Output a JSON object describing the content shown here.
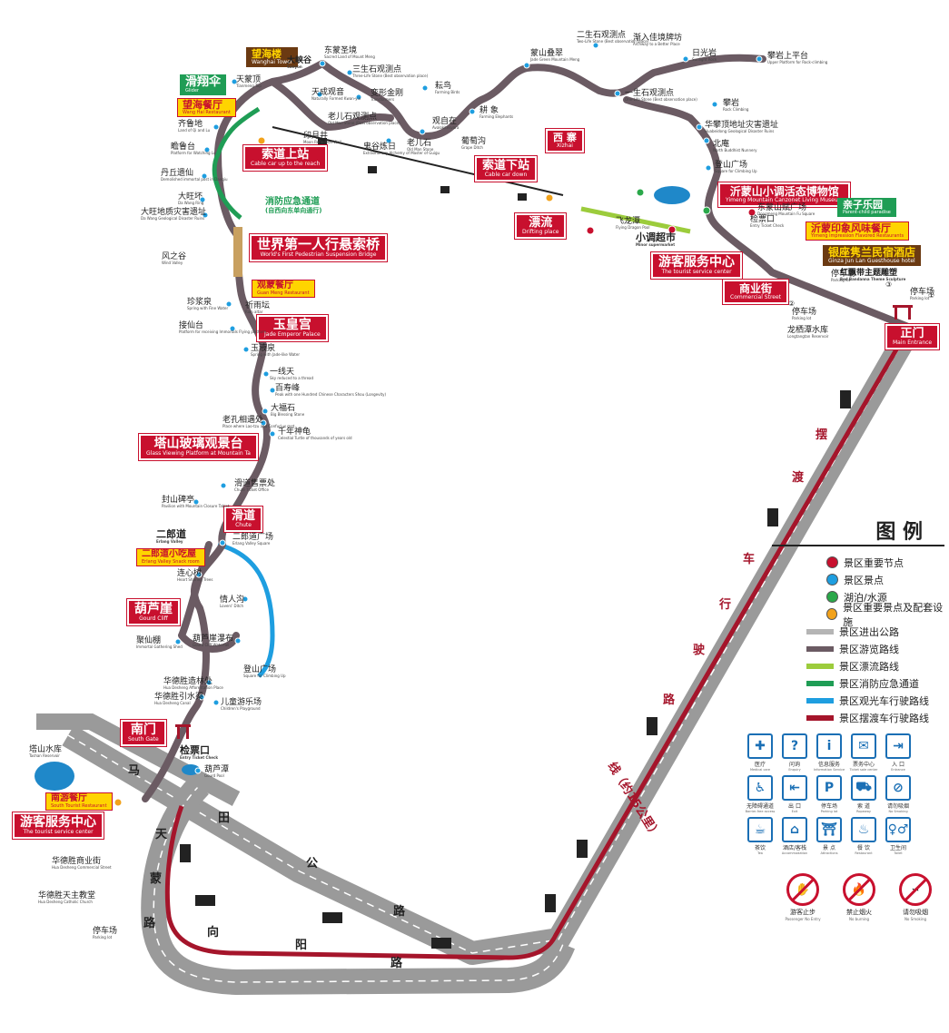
{
  "legend": {
    "title": "图 例",
    "items": [
      {
        "label": "景区重要节点",
        "kind": "dot",
        "color": "#c8102e"
      },
      {
        "label": "景区景点",
        "kind": "dot",
        "color": "#1e9ee0"
      },
      {
        "label": "湖泊/水源",
        "kind": "dot",
        "color": "#2aa84a"
      },
      {
        "label": "景区重要景点及配套设施",
        "kind": "dot",
        "color": "#f2a21b"
      },
      {
        "label": "景区进出公路",
        "kind": "bar",
        "color": "#b5b5b5"
      },
      {
        "label": "景区游览路线",
        "kind": "bar",
        "color": "#6b5b63"
      },
      {
        "label": "景区漂流路线",
        "kind": "bar",
        "color": "#9ccc3c"
      },
      {
        "label": "景区消防应急通道",
        "kind": "bar",
        "color": "#1f9d55"
      },
      {
        "label": "景区观光车行驶路线",
        "kind": "bar",
        "color": "#1e9ee0"
      },
      {
        "label": "景区摆渡车行驶路线",
        "kind": "bar",
        "color": "#a5152b"
      }
    ]
  },
  "facility_icons": [
    {
      "zh": "医疗",
      "en": "Medical care",
      "icon": "medical-icon",
      "glyph": "✚"
    },
    {
      "zh": "问询",
      "en": "Enquiry",
      "icon": "enquiry-icon",
      "glyph": "?"
    },
    {
      "zh": "信息服务",
      "en": "Information Service",
      "icon": "info-icon",
      "glyph": "i"
    },
    {
      "zh": "票务中心",
      "en": "Ticket sale center",
      "icon": "ticket-icon",
      "glyph": "✉"
    },
    {
      "zh": "入 口",
      "en": "Entrance",
      "icon": "entrance-icon",
      "glyph": "⇥"
    },
    {
      "zh": "无障碍通道",
      "en": "Barrier-free access",
      "icon": "accessible-icon",
      "glyph": "♿"
    },
    {
      "zh": "出 口",
      "en": "Exit",
      "icon": "exit-icon",
      "glyph": "⇤"
    },
    {
      "zh": "停车场",
      "en": "Parking lot",
      "icon": "parking-icon",
      "glyph": "P"
    },
    {
      "zh": "索 道",
      "en": "Ropeway",
      "icon": "ropeway-icon",
      "glyph": "⛟"
    },
    {
      "zh": "请勿吸烟",
      "en": "No Smoking",
      "icon": "no-smoking-icon",
      "glyph": "⊘"
    },
    {
      "zh": "茶饮",
      "en": "Tea",
      "icon": "tea-icon",
      "glyph": "☕"
    },
    {
      "zh": "酒店/客栈",
      "en": "Accommodation",
      "icon": "hotel-icon",
      "glyph": "⌂"
    },
    {
      "zh": "景 点",
      "en": "Attractions",
      "icon": "attraction-icon",
      "glyph": "⛩"
    },
    {
      "zh": "餐 饮",
      "en": "Restaurant",
      "icon": "restaurant-icon",
      "glyph": "♨"
    },
    {
      "zh": "卫生间",
      "en": "Toilet",
      "icon": "toilet-icon",
      "glyph": "♀♂"
    }
  ],
  "bans": [
    {
      "zh": "游客止步",
      "en": "Passenger No Entry",
      "icon": "no-entry-icon",
      "glyph": "✋"
    },
    {
      "zh": "禁止烟火",
      "en": "No burning",
      "icon": "no-burning-icon",
      "glyph": "🔥"
    },
    {
      "zh": "请勿吸烟",
      "en": "No Smoking",
      "icon": "no-smoking-sign-icon",
      "glyph": "⌁"
    }
  ],
  "roads": {
    "ferry_road": [
      "摆",
      "渡",
      "车",
      "行",
      "驶",
      "路",
      "线（约15公里）"
    ],
    "tianmeng_road": [
      "天",
      "蒙",
      "路"
    ],
    "xiangyang_road": [
      "向",
      "阳",
      "路"
    ],
    "ma_tian_road": [
      "马",
      "田",
      "公",
      "路"
    ]
  },
  "major_nodes": [
    {
      "zh": "世界第一人行悬索桥",
      "en": "World's First Pedestrian Suspension Bridge"
    },
    {
      "zh": "索道上站",
      "en": "Cable car up to the reach"
    },
    {
      "zh": "索道下站",
      "en": "Cable car down"
    },
    {
      "zh": "玉皇宫",
      "en": "Jade Emperor Palace"
    },
    {
      "zh": "塔山玻璃观景台",
      "en": "Glass Viewing Platform at Mountain Ta"
    },
    {
      "zh": "滑道",
      "en": "Chute"
    },
    {
      "zh": "葫芦崖",
      "en": "Gourd Cliff"
    },
    {
      "zh": "南门",
      "en": "South Gate"
    },
    {
      "zh": "游客服务中心",
      "en": "The tourist service center"
    },
    {
      "zh": "漂流",
      "en": "Drifting place"
    },
    {
      "zh": "游客服务中心",
      "en": "The tourist service center"
    },
    {
      "zh": "商业街",
      "en": "Commercial Street"
    },
    {
      "zh": "正门",
      "en": "Main Entrance"
    },
    {
      "zh": "沂蒙山小调活态博物馆",
      "en": "Yimeng Mountain Canzonet Living Museum"
    },
    {
      "zh": "西 寨",
      "en": "Xizhai"
    }
  ],
  "green_nodes": [
    {
      "zh": "滑翔伞",
      "en": "Glider"
    },
    {
      "zh": "亲子乐园",
      "en": "Parent-child paradise"
    }
  ],
  "yellow_nodes": [
    {
      "zh": "望海餐厅",
      "en": "Wang Hai Restaurant"
    },
    {
      "zh": "观蒙餐厅",
      "en": "Guan Meng Restaurant"
    },
    {
      "zh": "二郎道小吃屋",
      "en": "Erlang Valley Snack room"
    },
    {
      "zh": "南游餐厅",
      "en": "South Tourist Restaurant"
    },
    {
      "zh": "沂蒙印象风味餐厅",
      "en": "Yimeng impression Flavored Restaurants"
    }
  ],
  "brown_nodes": [
    {
      "zh": "望海楼",
      "en": "Wanghai Tower"
    },
    {
      "zh": "银座隽兰民宿酒店",
      "en": "Ginza Jun Lan Guesthouse hotel"
    }
  ],
  "emergency": {
    "zh": "消防应急通道",
    "sub": "(自西向东单向通行)"
  },
  "spots": [
    {
      "zh": "大峡谷",
      "en": "Canyon"
    },
    {
      "zh": "东蒙圣境",
      "en": "Sacred Land of Mount Meng"
    },
    {
      "zh": "三生石观测点",
      "en": "Three-Life Stone (Best observation place)"
    },
    {
      "zh": "天成观音",
      "en": "Naturally Formed Kwan-yin"
    },
    {
      "zh": "变形金刚",
      "en": "Transformers"
    },
    {
      "zh": "耘鸟",
      "en": "Farming Birds"
    },
    {
      "zh": "耕 象",
      "en": "Farming Elephants"
    },
    {
      "zh": "观自在",
      "en": "Avalokitesvara"
    },
    {
      "zh": "蒙山叠翠",
      "en": "Jade Green Mountain Meng"
    },
    {
      "zh": "二生石观测点",
      "en": "Two-Life Stone (Best observation place)"
    },
    {
      "zh": "渐入佳境牌坊",
      "en": "Archway to a Better Place"
    },
    {
      "zh": "日光岩",
      "en": "Sunlight Rock"
    },
    {
      "zh": "攀岩上平台",
      "en": "Upper Platform for Rock-climbing"
    },
    {
      "zh": "一生石观测点",
      "en": "One-Life Stone (Best observation place)"
    },
    {
      "zh": "攀岩",
      "en": "Rock Climbing"
    },
    {
      "zh": "华攀顶地址灾害遗址",
      "en": "Huabeidong Geological Disaster Ruins"
    },
    {
      "zh": "北庵",
      "en": "North Buddhist Nunnery"
    },
    {
      "zh": "登山广场",
      "en": "Square for Climbing Up"
    },
    {
      "zh": "东蒙山赋广场",
      "en": "Dongmeng Mountain Fu Square"
    },
    {
      "zh": "检票口",
      "en": "Entry Ticket Check"
    },
    {
      "zh": "飞龙潭",
      "en": "Flying Dragon Pool"
    },
    {
      "zh": "小调超市",
      "en": "Minor supermarket"
    },
    {
      "zh": "红飘带主题雕塑",
      "en": "Red Bandanna Theme Sculpture"
    },
    {
      "zh": "停车场",
      "en": "Parking lot"
    },
    {
      "zh": "龙栖潭水库",
      "en": "Longtangtan Reservoir"
    },
    {
      "zh": "老儿石观测点",
      "en": "Old Man Stone (Best observation place)"
    },
    {
      "zh": "印月井",
      "en": "Moon Reflection Well"
    },
    {
      "zh": "鬼谷炼日",
      "en": "Extraordinary Alchemy of Master of Guigu"
    },
    {
      "zh": "老儿石",
      "en": "Old Man Stone"
    },
    {
      "zh": "葡萄沟",
      "en": "Grape Ditch"
    },
    {
      "zh": "天蒙顶",
      "en": "Tianmeng Top"
    },
    {
      "zh": "齐鲁地",
      "en": "Land of Qi and Lu"
    },
    {
      "zh": "瞻鲁台",
      "en": "Platform for Watching Lu"
    },
    {
      "zh": "丹丘遗仙",
      "en": "Demolished immortal post in Danqiu"
    },
    {
      "zh": "大旺坏",
      "en": "Da Wang Ring"
    },
    {
      "zh": "大旺地质灾害遗址",
      "en": "Da Wang Geological Disaster Ruins"
    },
    {
      "zh": "风之谷",
      "en": "Wind Valley"
    },
    {
      "zh": "珍浆泉",
      "en": "Spring with Fine Water"
    },
    {
      "zh": "祈雨坛",
      "en": "Rain altar"
    },
    {
      "zh": "接仙台",
      "en": "Platform for receiving Immortals Flying platform"
    },
    {
      "zh": "玉液泉",
      "en": "Spring with Jade-like Water"
    },
    {
      "zh": "一线天",
      "en": "Sky reduced to a thread"
    },
    {
      "zh": "百寿峰",
      "en": "Peak with one Hundred Chinese Characters Shou (Longevity)"
    },
    {
      "zh": "大福石",
      "en": "Big Blessing Stone"
    },
    {
      "zh": "老孔相遇处",
      "en": "Place where Lao-tzu and Confucius met"
    },
    {
      "zh": "千年神龟",
      "en": "Celestial Turtle of thousands of years old"
    },
    {
      "zh": "滑道售票处",
      "en": "Chute Ticket Office"
    },
    {
      "zh": "封山碑亭",
      "en": "Pavilion with Mountain Closure Tablet"
    },
    {
      "zh": "二郎道",
      "en": "Erlang Valley"
    },
    {
      "zh": "二郎道广场",
      "en": "Erlang Valley Square"
    },
    {
      "zh": "连心树",
      "en": "Heart Sharing Trees"
    },
    {
      "zh": "情人沟",
      "en": "Lovers' Ditch"
    },
    {
      "zh": "聚仙棚",
      "en": "Immortal Gathering Shed"
    },
    {
      "zh": "葫芦崖瀑布",
      "en": "Gourd Cliff Waterfall"
    },
    {
      "zh": "登山广场",
      "en": "Square for Climbing Up"
    },
    {
      "zh": "华德胜造林处",
      "en": "Hua Desheng Afforestation Place"
    },
    {
      "zh": "华德胜引水渠",
      "en": "Hua Desheng Canal"
    },
    {
      "zh": "儿童游乐场",
      "en": "Children's Playground"
    },
    {
      "zh": "检票口",
      "en": "Entry Ticket Check"
    },
    {
      "zh": "葫芦潭",
      "en": "Gourd Pool"
    },
    {
      "zh": "塔山水库",
      "en": "Tashan Reservoir"
    },
    {
      "zh": "华德胜商业街",
      "en": "Hua Desheng Commercial Street"
    },
    {
      "zh": "华德胜天主教堂",
      "en": "Hua Desheng Catholic Church"
    },
    {
      "zh": "停车场",
      "en": "Parking lot"
    },
    {
      "zh": "停车场",
      "en": "Parking lot"
    },
    {
      "zh": "停车场",
      "en": "Parking lot"
    }
  ],
  "markers": [
    "①",
    "②",
    "③"
  ]
}
